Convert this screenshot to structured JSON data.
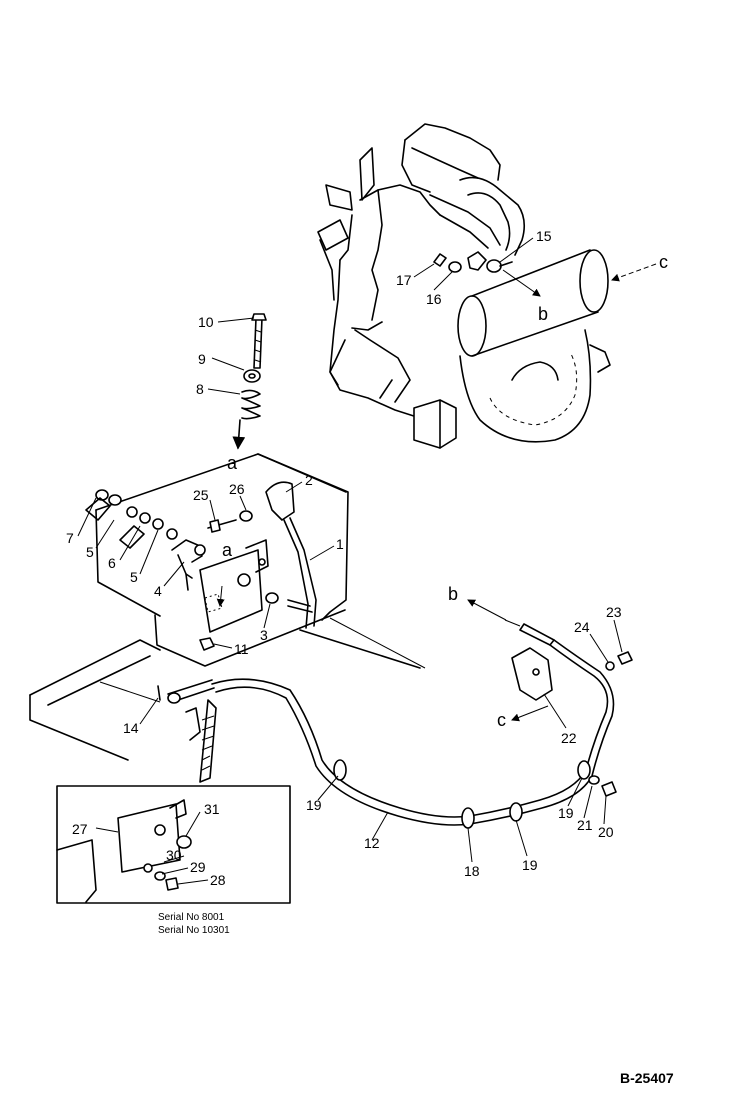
{
  "callouts": {
    "n1": "1",
    "n2": "2",
    "n3": "3",
    "n4": "4",
    "n5a": "5",
    "n5b": "5",
    "n6": "6",
    "n7": "7",
    "n8": "8",
    "n9": "9",
    "n10": "10",
    "n11": "11",
    "n12": "12",
    "n14": "14",
    "n15": "15",
    "n16": "16",
    "n17": "17",
    "n18": "18",
    "n19a": "19",
    "n19b": "19",
    "n19c": "19",
    "n20": "20",
    "n21": "21",
    "n22": "22",
    "n23": "23",
    "n24": "24",
    "n25": "25",
    "n26": "26",
    "n27": "27",
    "n28": "28",
    "n29": "29",
    "n30": "30",
    "n31": "31"
  },
  "letters": {
    "a_top": "a",
    "a_mid": "a",
    "b_engine": "b",
    "b_bracket": "b",
    "c_engine": "c",
    "c_bracket": "c"
  },
  "inset": {
    "serial_1": "Serial No 8001",
    "serial_2": "Serial No 10301"
  },
  "doc_id": "B-25407"
}
